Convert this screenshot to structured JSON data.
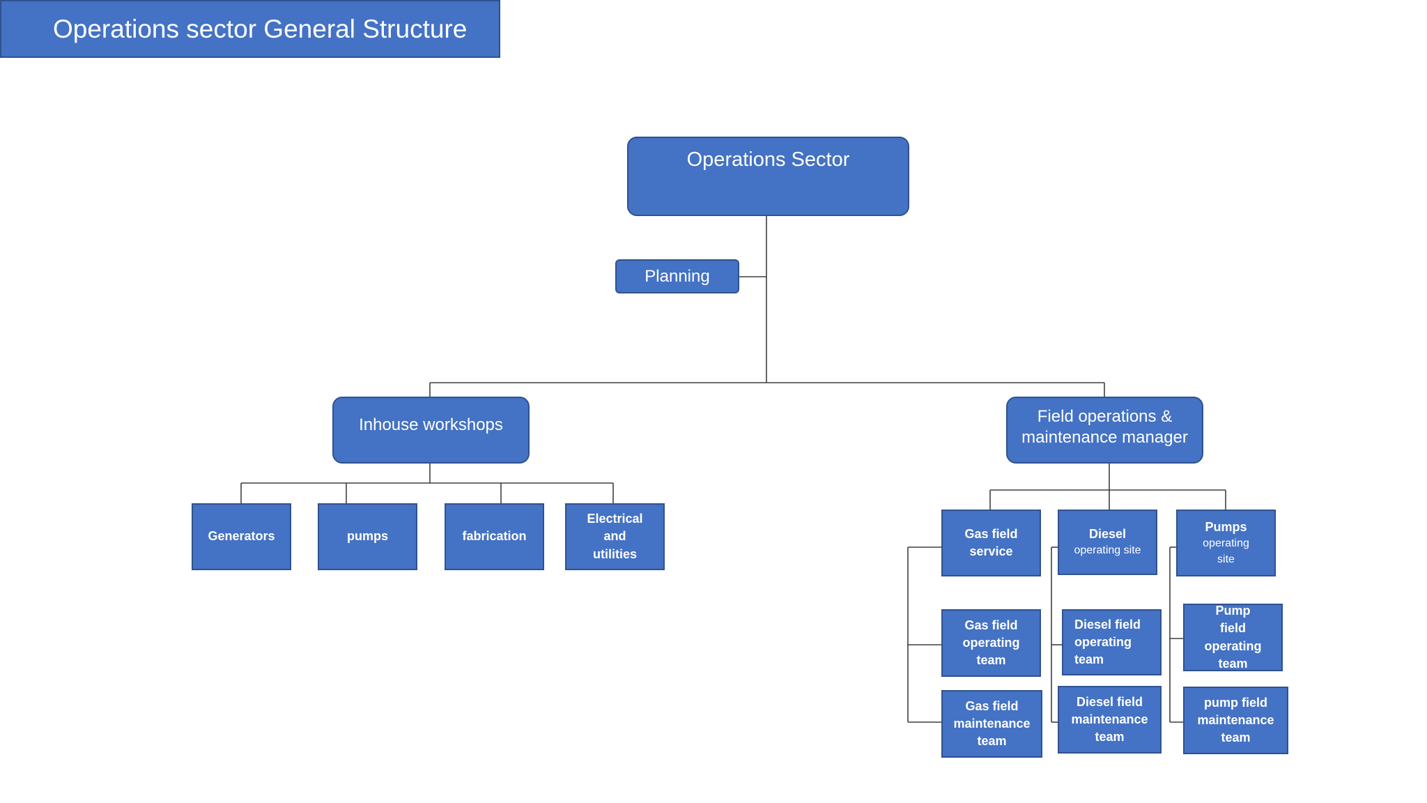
{
  "header": {
    "title": "Operations sector General Structure"
  },
  "nodes": {
    "ops_sector": "Operations Sector",
    "planning": "Planning",
    "inhouse": "Inhouse workshops",
    "field": "Field operations & maintenance manager",
    "generators": "Generators",
    "pumps": "pumps",
    "fabrication": "fabrication",
    "electrical": "Electrical and utilities",
    "gas_service": "Gas field service",
    "diesel": {
      "title": "Diesel",
      "sub": "operating site"
    },
    "pumps_site": {
      "title": "Pumps",
      "sub": "operating site"
    },
    "gas_operating": "Gas field operating team",
    "gas_maintenance": "Gas field maintenance team",
    "diesel_operating": "Diesel field operating team",
    "diesel_maintenance": "Diesel field maintenance team",
    "pump_operating": "Pump field operating team",
    "pump_maintenance": "pump field maintenance team"
  },
  "colors": {
    "box_fill": "#4472c4",
    "box_border": "#2f528f",
    "line": "#3f3f3f",
    "text": "#ffffff"
  }
}
